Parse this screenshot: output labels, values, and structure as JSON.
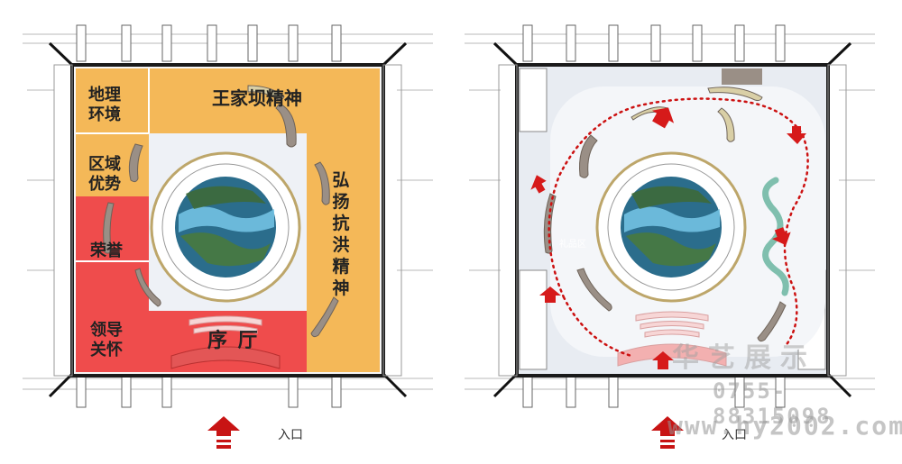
{
  "left_plan": {
    "zones": {
      "geography": "地理\n环境",
      "region": "区域\n优势",
      "honor": "荣誉",
      "leaders": "领导\n关怀",
      "wangjiaba": "王家坝精神",
      "flood_spirit": "弘\n扬\n抗\n洪\n精\n神",
      "hall": "序 厅"
    },
    "entry_label": "入口"
  },
  "right_plan": {
    "area_label": "礼品区",
    "entry_label": "入口",
    "watermark": {
      "brand": "华艺展示",
      "phone": "0755-88315098",
      "url": "www.hy2002.com"
    }
  },
  "colors": {
    "orange_zone": "#f3b24a",
    "red_zone": "#ee3a3a",
    "wall": "#1a1a1a",
    "arrow_red": "#d61a1a",
    "path_dotted": "#cc1111",
    "floor_gray": "#e8ecf2"
  }
}
